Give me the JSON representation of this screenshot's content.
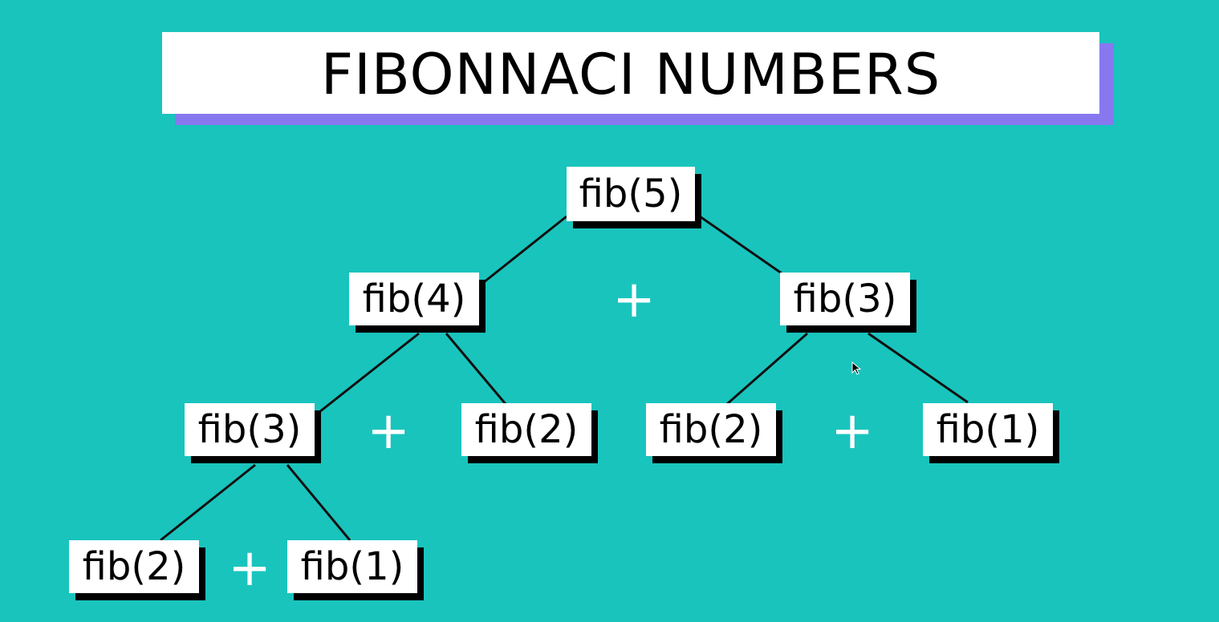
{
  "title": "FIBONNACI NUMBERS",
  "colors": {
    "background": "#19c4bd",
    "title_shadow": "#8878f0",
    "node_fill": "#ffffff",
    "node_shadow": "#000000",
    "edge": "#111111",
    "operator": "#ffffff"
  },
  "tree": {
    "root": {
      "label": "fib(5)"
    },
    "level1": [
      {
        "label": "fib(4)"
      },
      {
        "label": "fib(3)"
      }
    ],
    "level2": [
      {
        "label": "fib(3)"
      },
      {
        "label": "fib(2)"
      },
      {
        "label": "fib(2)"
      },
      {
        "label": "fib(1)"
      }
    ],
    "level3": [
      {
        "label": "fib(2)"
      },
      {
        "label": "fib(1)"
      }
    ]
  },
  "operators": {
    "plus": "+"
  }
}
